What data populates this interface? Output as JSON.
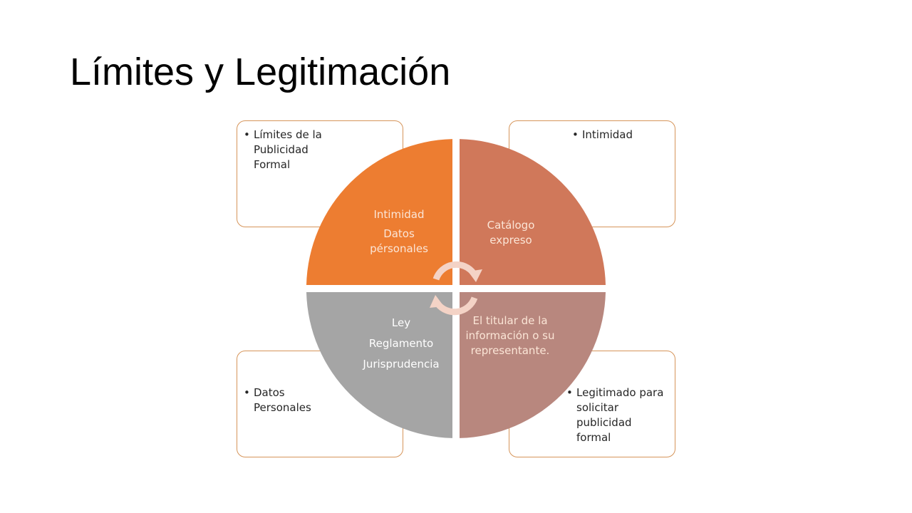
{
  "slide": {
    "title": "Límites y Legitimación"
  },
  "corner_boxes": {
    "top_left": "Límites de la Publicidad Formal",
    "top_right": "Intimidad",
    "bottom_left": "Datos Personales",
    "bottom_right": "Legitimado para solicitar publicidad formal"
  },
  "quadrants": {
    "top_left": {
      "lines": [
        "Intimidad",
        "Datos pérsonales"
      ],
      "color": "#ed7d31"
    },
    "top_right": {
      "lines": [
        "Catálogo expreso"
      ],
      "color": "#d0785a"
    },
    "bottom_left": {
      "lines": [
        "Ley",
        "Reglamento",
        "Jurisprudencia"
      ],
      "color": "#a5a5a5"
    },
    "bottom_right": {
      "lines": [
        "El titular de la información o su representante."
      ],
      "color": "#b8877e"
    }
  },
  "colors": {
    "box_border": "#d6955a",
    "arrows": "#f4d3c6"
  }
}
